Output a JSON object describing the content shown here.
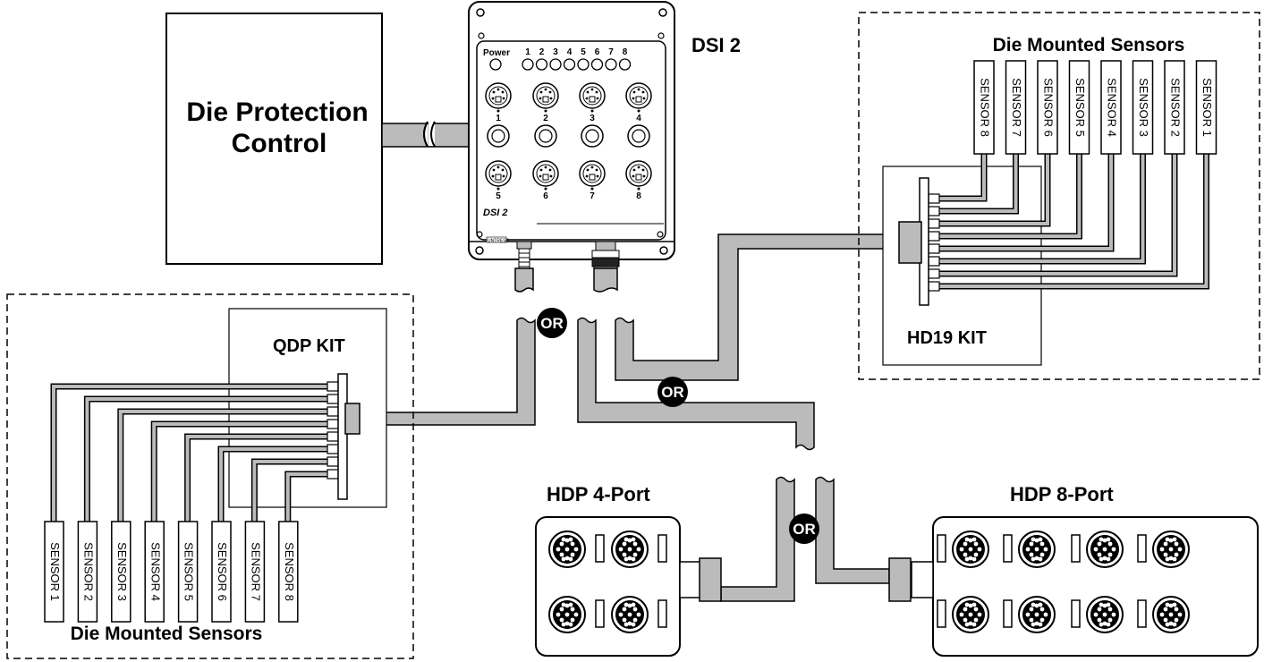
{
  "control": {
    "line1": "Die Protection",
    "line2": "Control"
  },
  "dsi": {
    "title": "DSI 2",
    "power_label": "Power",
    "led_numbers": [
      "1",
      "2",
      "3",
      "4",
      "5",
      "6",
      "7",
      "8"
    ],
    "port_numbers": [
      "1",
      "2",
      "3",
      "4",
      "5",
      "6",
      "7",
      "8"
    ],
    "panel_label": "DSI 2",
    "brand": "UNTRESS"
  },
  "hd19": {
    "group_title": "Die Mounted Sensors",
    "kit_label": "HD19 KIT",
    "sensors": [
      "SENSOR 8",
      "SENSOR 7",
      "SENSOR 6",
      "SENSOR 5",
      "SENSOR 4",
      "SENSOR 3",
      "SENSOR 2",
      "SENSOR 1"
    ]
  },
  "qdp": {
    "group_title": "Die Mounted Sensors",
    "kit_label": "QDP KIT",
    "sensors": [
      "SENSOR 1",
      "SENSOR 2",
      "SENSOR 3",
      "SENSOR 4",
      "SENSOR 5",
      "SENSOR 6",
      "SENSOR 7",
      "SENSOR 8"
    ]
  },
  "hdp4": {
    "label": "HDP 4-Port"
  },
  "hdp8": {
    "label": "HDP 8-Port"
  },
  "or_badges": [
    "OR",
    "OR",
    "OR"
  ]
}
